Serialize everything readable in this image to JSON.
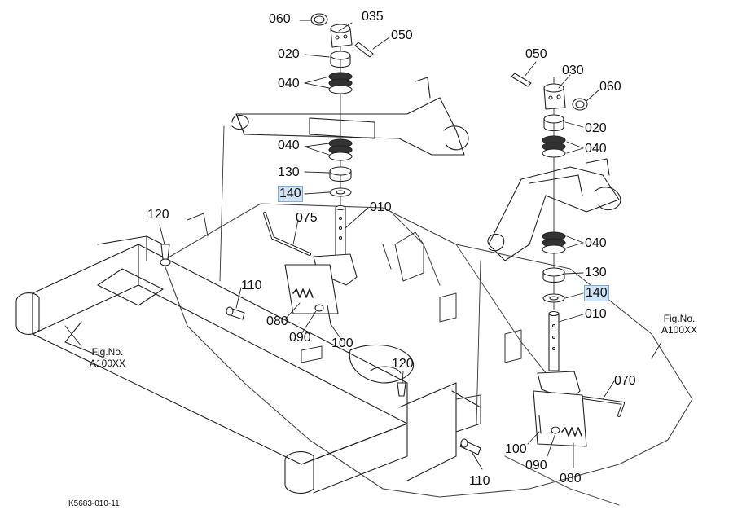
{
  "labels_left": {
    "p060": "060",
    "p035": "035",
    "p050": "050",
    "p020": "020",
    "p040a": "040",
    "p040b": "040",
    "p130": "130",
    "p140": "140",
    "p075": "075",
    "p010": "010",
    "p120": "120",
    "p110": "110",
    "p080": "080",
    "p090": "090",
    "p100": "100",
    "p120b": "120"
  },
  "labels_right": {
    "p050": "050",
    "p030": "030",
    "p060": "060",
    "p020": "020",
    "p040a": "040",
    "p040b": "040",
    "p130": "130",
    "p140": "140",
    "p010": "010",
    "p070": "070",
    "p100": "100",
    "p090": "090",
    "p080": "080",
    "p110": "110"
  },
  "fig_left": {
    "line1": "Fig.No.",
    "line2": "A100XX"
  },
  "fig_right": {
    "line1": "Fig.No.",
    "line2": "A100XX"
  },
  "drawing_code": "K5683-010-11",
  "highlight_color": "#cfe3f5"
}
